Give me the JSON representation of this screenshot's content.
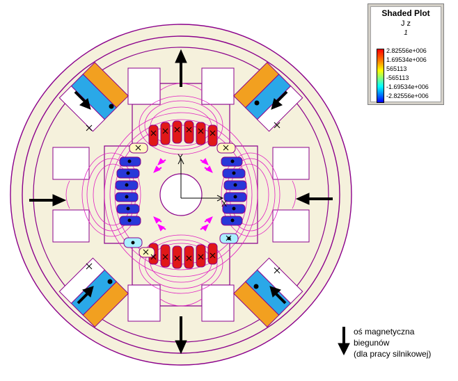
{
  "legend": {
    "title": "Shaded Plot",
    "quantity": "J z",
    "step": "1",
    "ticks": [
      "2.82556e+006",
      "1.69534e+006",
      "565113",
      "-565113",
      "-1.69534e+006",
      "-2.82556e+006"
    ]
  },
  "annotation": {
    "line1": "oś magnetyczna",
    "line2": "biegunów",
    "line3": "(dla pracy silnikowej)"
  },
  "axes": {
    "x_label": "X",
    "y_label": "Y"
  },
  "colors": {
    "outline": "#8b008b",
    "flux_lines": "#e020c0",
    "stator_fill": "#f5f1dc",
    "red_slot": "#e01818",
    "blue_slot": "#2838d8",
    "orange_coil": "#f2a020",
    "cyan_coil": "#2aa8e8",
    "pale_yellow": "#fff8c0",
    "light_cyan": "#a8f0ff",
    "flux_arrow": "#ff00ff"
  }
}
